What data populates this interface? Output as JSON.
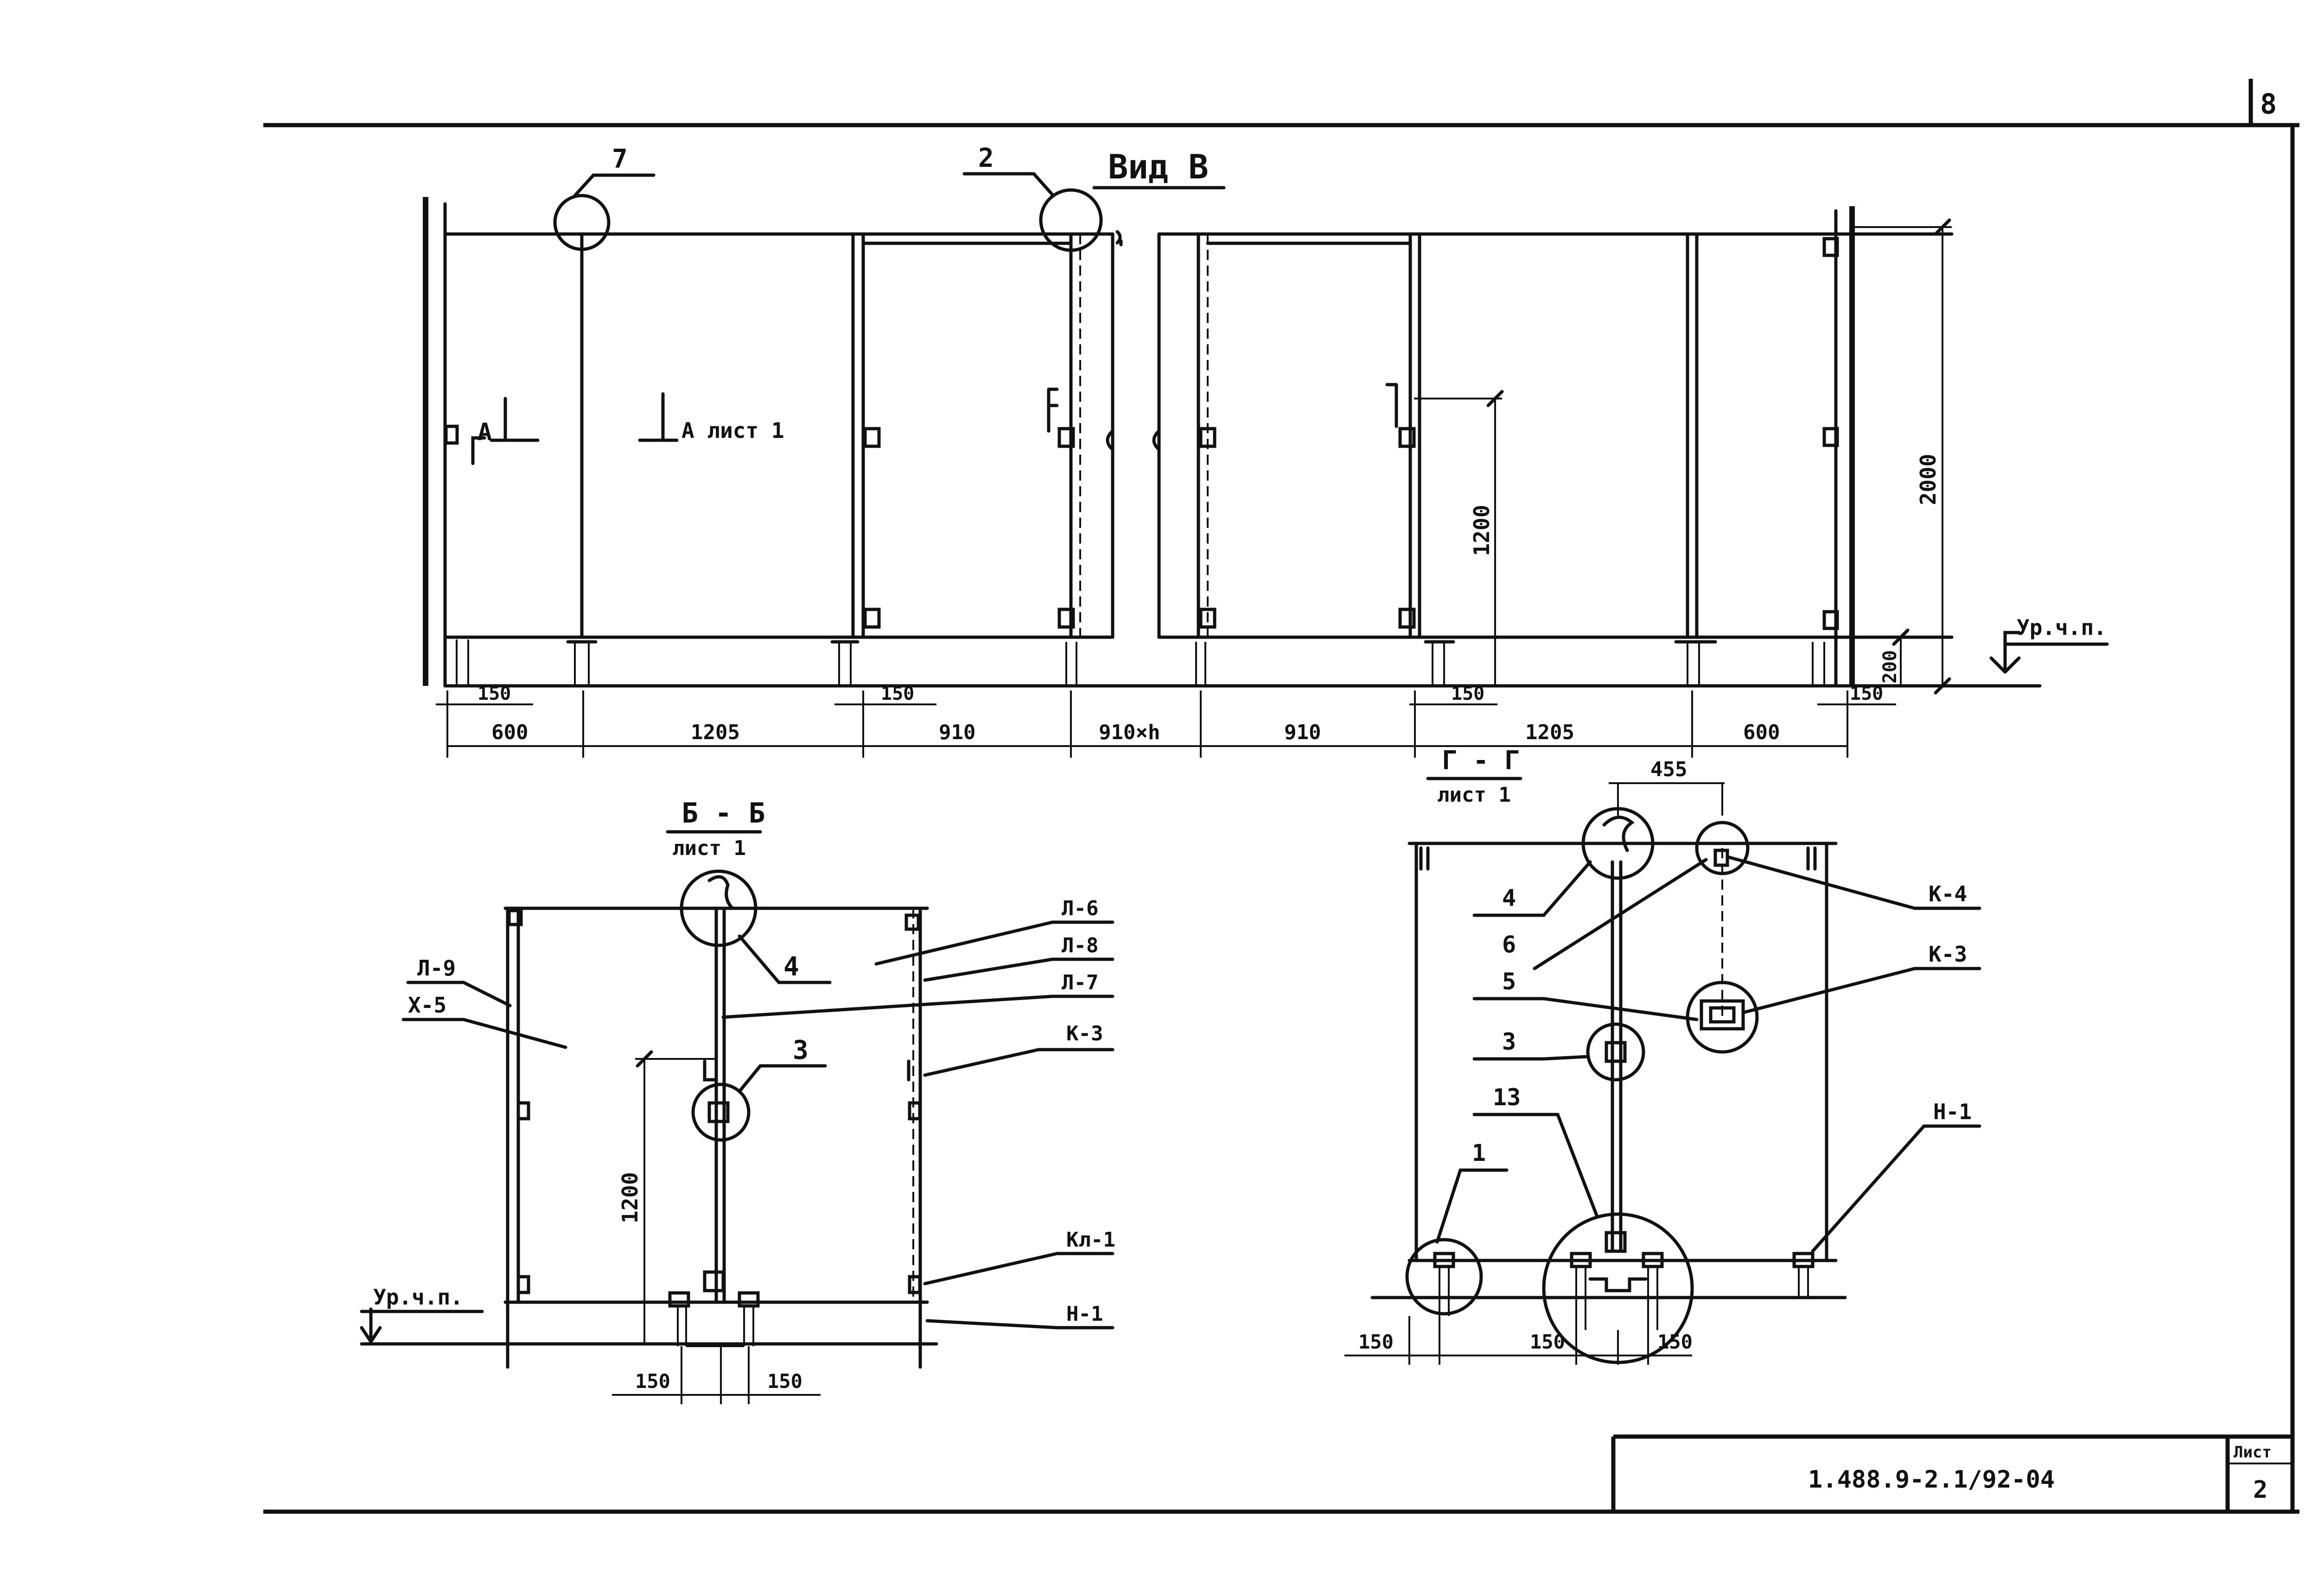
{
  "sheet_corner_number": "8",
  "title_block": {
    "code": "1.488.9-2.1/92-04",
    "sheet_label": "Лист",
    "sheet_number": "2"
  },
  "view_b": {
    "title": "Вид В",
    "callouts": [
      "7",
      "2"
    ],
    "section_a_left": "А",
    "section_a_right": "А лист 1",
    "dims_bottom": [
      "600",
      "1205",
      "910",
      "910×h",
      "910",
      "1205",
      "600"
    ],
    "dims_small": [
      "150",
      "150",
      "150",
      "150"
    ],
    "dim_height": "2000",
    "dim_door": "1200",
    "dim_base": "200",
    "floor_level": "Ур.ч.п."
  },
  "section_bb": {
    "title": "Б - Б",
    "subtitle": "лист 1",
    "labels_left": [
      "Л-9",
      "Х-5"
    ],
    "labels_right": [
      "Л-6",
      "Л-8",
      "Л-7",
      "К-3",
      "Кл-1",
      "Н-1"
    ],
    "callouts": [
      "4",
      "3"
    ],
    "dim_door": "1200",
    "dims_bottom": [
      "150",
      "150"
    ],
    "floor_level": "Ур.ч.п."
  },
  "section_gg": {
    "title": "Г - Г",
    "subtitle": "лист 1",
    "dim_top": "455",
    "labels_left": [
      "4",
      "6",
      "5",
      "3",
      "13",
      "1"
    ],
    "labels_right": [
      "К-4",
      "К-3",
      "Н-1"
    ],
    "dims_bottom": [
      "150",
      "150",
      "150"
    ]
  }
}
